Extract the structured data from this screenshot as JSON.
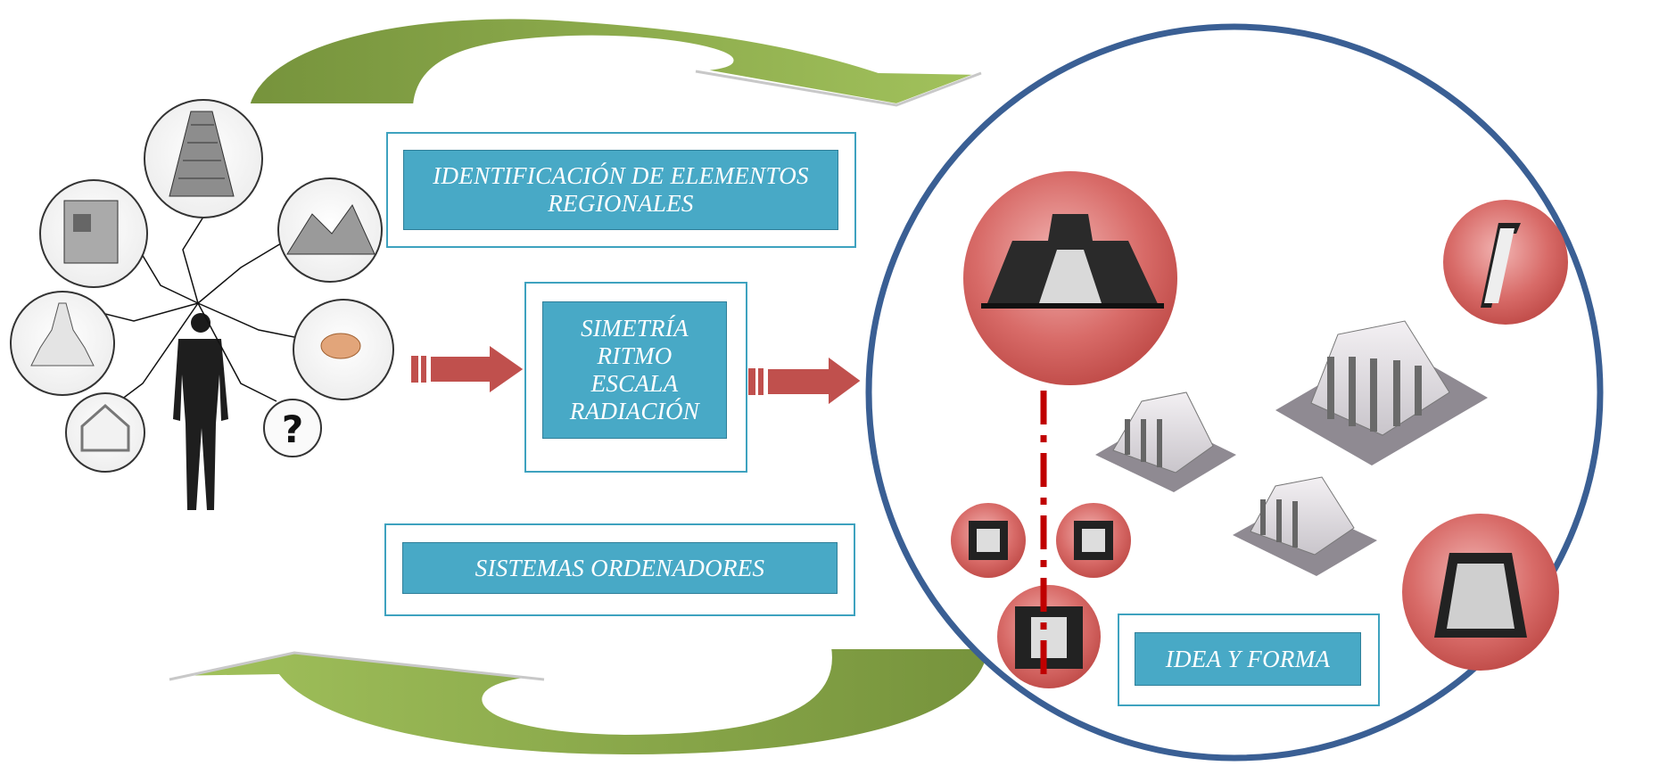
{
  "labels": {
    "identificacion": [
      "IDENTIFICACIÓN DE ELEMENTOS",
      "REGIONALES"
    ],
    "principios": [
      "SIMETRÍA",
      "RITMO",
      "ESCALA",
      "RADIACIÓN"
    ],
    "sistemas": "SISTEMAS ORDENADORES",
    "idea": "IDEA Y FORMA"
  },
  "colors": {
    "box_fill": "#48a9c6",
    "box_border": "#3ea2bf",
    "arrow_red": "#c0504d",
    "arrow_green": "#9bbb59",
    "arrow_green_dark": "#77933c",
    "circle_border": "#3a5f94",
    "badge_red": "#d9706d"
  },
  "icons": [
    "person-figure-icon",
    "pyramid-tikal-icon",
    "temple-relief-icon",
    "ruins-sketch-icon",
    "stupa-icon",
    "site-map-icon",
    "hut-icon",
    "question-mark-icon",
    "temple-profile-badge-icon",
    "pillar-badge-icon",
    "trapezoid-badge-icon",
    "chip-badge-icon",
    "isometric-building-icon"
  ]
}
